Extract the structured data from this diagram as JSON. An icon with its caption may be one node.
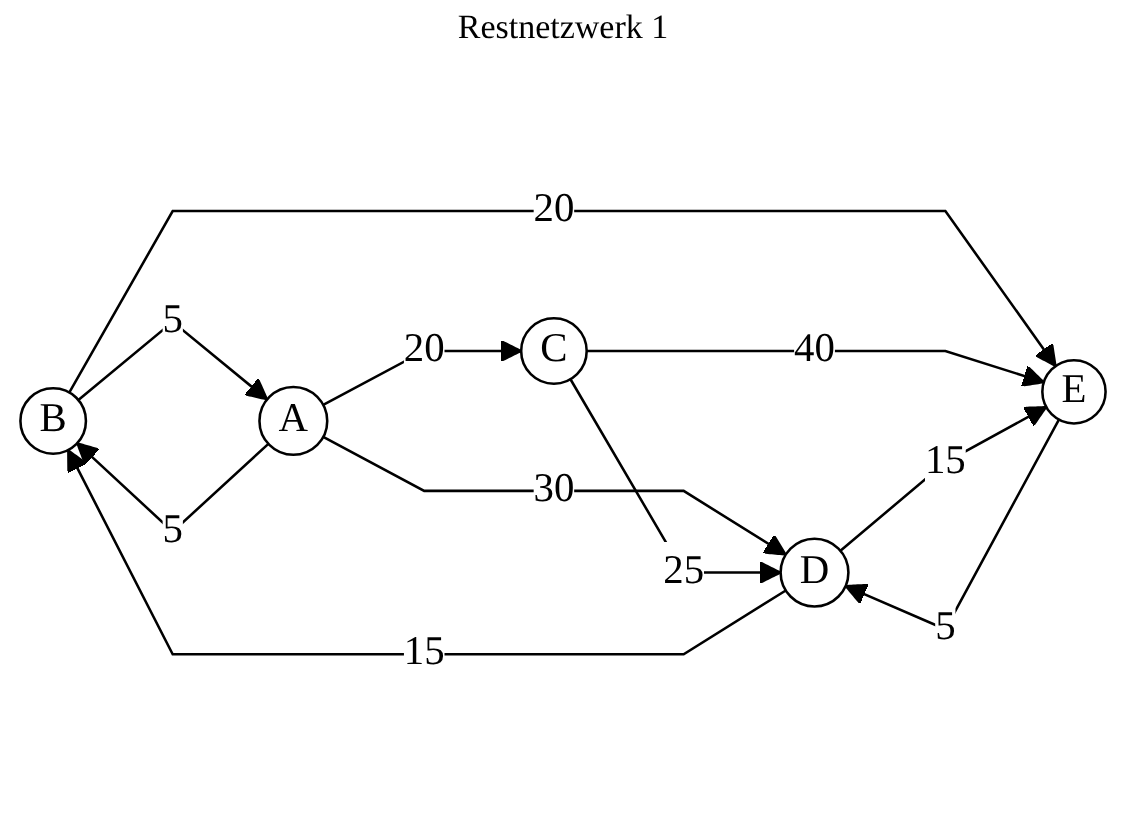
{
  "diagram": {
    "title": "Restnetzwerk 1",
    "nodes": [
      {
        "text": [
          "B"
        ]
      },
      {
        "text": [
          "A"
        ]
      },
      {
        "text": [
          "E"
        ]
      },
      {
        "text": [
          "C"
        ]
      },
      {
        "text": [
          "D"
        ]
      }
    ],
    "edges": [
      {
        "from": 0,
        "to": 1,
        "arrow": "to",
        "label": "5"
      },
      {
        "from": 1,
        "to": 0,
        "arrow": "to",
        "label": "5"
      },
      {
        "from": 0,
        "to": 2,
        "arrow": "to",
        "label": "20"
      },
      {
        "from": 4,
        "to": 0,
        "arrow": "to",
        "label": "15"
      },
      {
        "from": 1,
        "to": 4,
        "arrow": "to",
        "label": "30"
      },
      {
        "from": 1,
        "to": 3,
        "arrow": "to",
        "label": "20"
      },
      {
        "from": 3,
        "to": 2,
        "arrow": "to",
        "label": "40"
      },
      {
        "from": 3,
        "to": 4,
        "arrow": "to",
        "label": "25"
      },
      {
        "from": 4,
        "to": 2,
        "arrow": "to",
        "label": "15"
      },
      {
        "from": 2,
        "to": 4,
        "arrow": "to",
        "label": "5"
      }
    ]
  }
}
